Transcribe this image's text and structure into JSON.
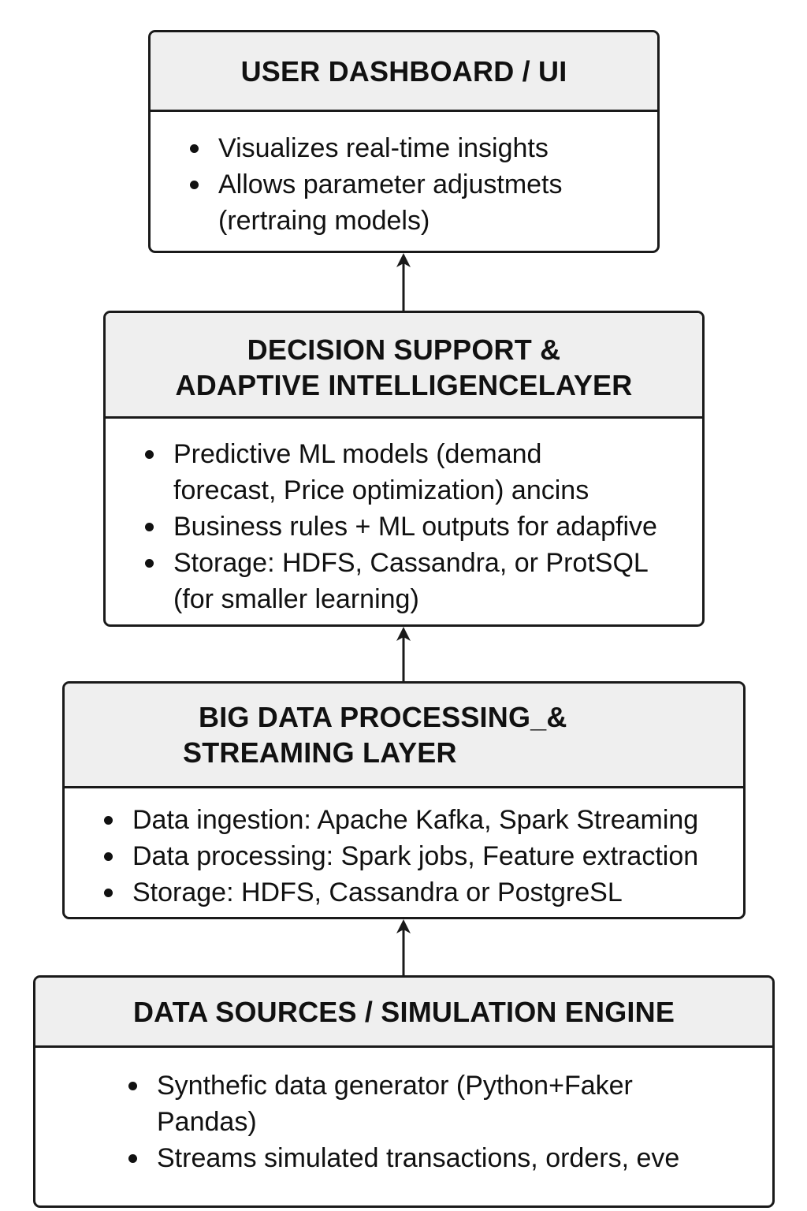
{
  "layers": [
    {
      "id": "ui",
      "title_lines": [
        "USER DASHBOARD / UI"
      ],
      "bullets": [
        [
          "Visualizes real-time insights"
        ],
        [
          "Allows parameter adjustmets",
          "(rertraing models)"
        ]
      ]
    },
    {
      "id": "decision",
      "title_lines": [
        "DECISION SUPPORT &",
        "ADAPTIVE INTELLIGENCELAYER"
      ],
      "bullets": [
        [
          "Predictive ML models (demand",
          "forecast, Price optimization)  ancins"
        ],
        [
          "Business rules + ML outputs for adapfive"
        ],
        [
          "Storage: HDFS, Cassandra, or ProtSQL",
          "(for smaller learning)"
        ]
      ]
    },
    {
      "id": "bigdata",
      "title_lines": [
        "BIG DATA PROCESSING_&",
        "STREAMING LAYER"
      ],
      "bullets": [
        [
          "Data ingestion: Apache Kafka, Spark Streaming"
        ],
        [
          "Data processing: Spark jobs, Feature extraction"
        ],
        [
          "Storage: HDFS, Cassandra or PostgreSL"
        ]
      ]
    },
    {
      "id": "sources",
      "title_lines": [
        "DATA SOURCES / SIMULATION ENGINE"
      ],
      "bullets": [
        [
          "Synthefic data generator (Python+Faker",
          "Pandas)"
        ],
        [
          "Streams simulated transactions, orders, eve"
        ]
      ]
    }
  ],
  "colors": {
    "border": "#1a1a1a",
    "header_fill": "#efefef",
    "text": "#111111",
    "background": "#ffffff"
  },
  "arrows": [
    {
      "from": "decision",
      "to": "ui"
    },
    {
      "from": "bigdata",
      "to": "decision"
    },
    {
      "from": "sources",
      "to": "bigdata"
    }
  ]
}
